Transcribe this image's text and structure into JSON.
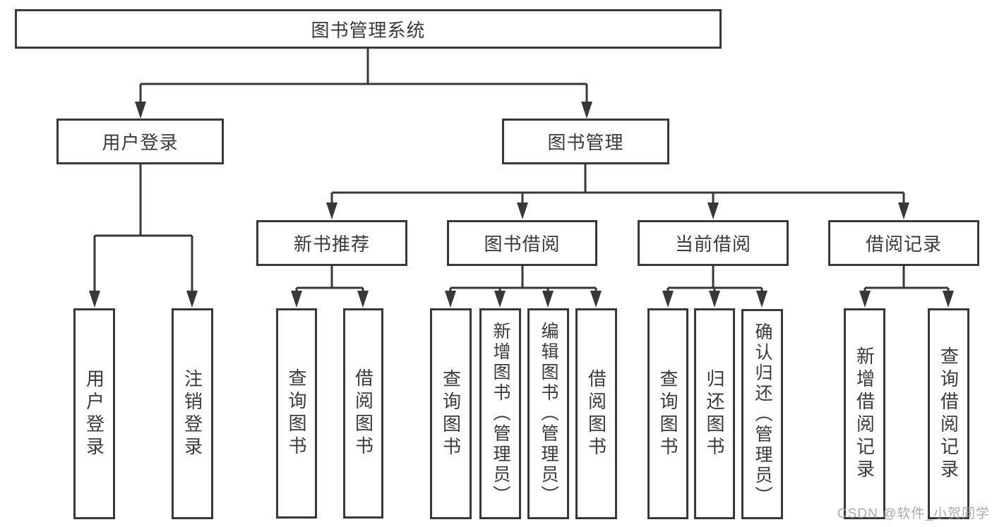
{
  "diagram": {
    "root": {
      "label": "图书管理系统"
    },
    "branches": [
      {
        "label": "用户登录",
        "children": [
          {
            "label": "用户登录"
          },
          {
            "label": "注销登录"
          }
        ]
      },
      {
        "label": "图书管理",
        "children": [
          {
            "label": "新书推荐",
            "children": [
              {
                "label": "查询图书"
              },
              {
                "label": "借阅图书"
              }
            ]
          },
          {
            "label": "图书借阅",
            "children": [
              {
                "label": "查询图书"
              },
              {
                "label": "新增图书（管理员）"
              },
              {
                "label": "编辑图书（管理员）"
              },
              {
                "label": "借阅图书"
              }
            ]
          },
          {
            "label": "当前借阅",
            "children": [
              {
                "label": "查询图书"
              },
              {
                "label": "归还图书"
              },
              {
                "label": "确认归还（管理员）"
              }
            ]
          },
          {
            "label": "借阅记录",
            "children": [
              {
                "label": "新增借阅记录"
              },
              {
                "label": "查询借阅记录"
              }
            ]
          }
        ]
      }
    ],
    "colors": {
      "line": "#383838",
      "text": "#3a3a3a",
      "background": "#ffffff",
      "watermark": "#9d9d9d"
    }
  },
  "watermark": {
    "text": "CSDN @软件_小贺同学"
  }
}
